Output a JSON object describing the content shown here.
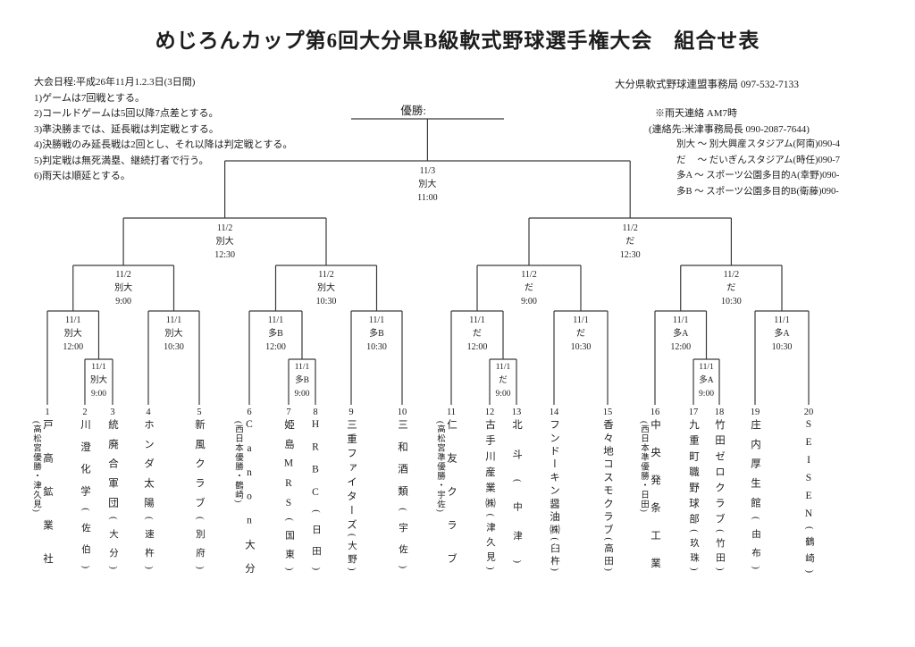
{
  "title": "めじろんカップ第6回大分県B級軟式野球選手権大会　組合せ表",
  "champion_label": "優勝:",
  "rules": {
    "schedule": "大会日程:平成26年11月1.2.3日(3日間)",
    "items": [
      "1)ゲームは7回戦とする。",
      "2)コールドゲームは5回以降7点差とする。",
      "3)準決勝までは、延長戦は判定戦とする。",
      "4)決勝戦のみ延長戦は2回とし、それ以降は判定戦とする。",
      "5)判定戦は無死満塁、継続打者で行う。",
      "6)雨天は順延とする。"
    ]
  },
  "contacts": {
    "office": "大分県軟式野球連盟事務局  097-532-7133",
    "rain": "※雨天連絡  AM7時",
    "rain_contact": "(連絡先:米津事務局長  090-2087-7644)",
    "venues": [
      "別大 〜 別大興産スタジアム(阿南)090-4",
      "だ　 〜 だいぎんスタジアム(時任)090-7",
      "多A 〜 スポーツ公園多目的A(幸野)090-",
      "多B 〜 スポーツ公園多目的B(衛藤)090-"
    ]
  },
  "matches": {
    "final": {
      "date": "11/3",
      "venue": "別大",
      "time": "11:00"
    },
    "semifinals": [
      {
        "date": "11/2",
        "venue": "別大",
        "time": "12:30"
      },
      {
        "date": "11/2",
        "venue": "だ",
        "time": "12:30"
      }
    ],
    "quarterfinals": [
      {
        "date": "11/2",
        "venue": "別大",
        "time": "9:00"
      },
      {
        "date": "11/2",
        "venue": "別大",
        "time": "10:30"
      },
      {
        "date": "11/2",
        "venue": "だ",
        "time": "9:00"
      },
      {
        "date": "11/2",
        "venue": "だ",
        "time": "10:30"
      }
    ],
    "round1": [
      {
        "date": "11/1",
        "venue": "別大",
        "time": "12:00"
      },
      {
        "date": "11/1",
        "venue": "別大",
        "time": "10:30"
      },
      {
        "date": "11/1",
        "venue": "多B",
        "time": "12:00"
      },
      {
        "date": "11/1",
        "venue": "多B",
        "time": "10:30"
      },
      {
        "date": "11/1",
        "venue": "だ",
        "time": "12:00"
      },
      {
        "date": "11/1",
        "venue": "だ",
        "time": "10:30"
      },
      {
        "date": "11/1",
        "venue": "多A",
        "time": "12:00"
      },
      {
        "date": "11/1",
        "venue": "多A",
        "time": "10:30"
      }
    ],
    "preliminary": [
      {
        "date": "11/1",
        "venue": "別大",
        "time": "9:00"
      },
      {
        "date": "11/1",
        "venue": "多B",
        "time": "9:00"
      },
      {
        "date": "11/1",
        "venue": "だ",
        "time": "9:00"
      },
      {
        "date": "11/1",
        "venue": "多A",
        "time": "9:00"
      }
    ]
  },
  "teams": [
    {
      "num": "1",
      "name": "戸高鉱業社",
      "note": "(高松宮優勝・津久見)",
      "wide": true
    },
    {
      "num": "2",
      "name": "川澄化学",
      "note": "(佐伯)"
    },
    {
      "num": "3",
      "name": "統廃合軍団",
      "note": "(大分)"
    },
    {
      "num": "4",
      "name": "ホンダ太陽",
      "note": "(速杵)"
    },
    {
      "num": "5",
      "name": "新風クラブ",
      "note": "(別府)"
    },
    {
      "num": "6",
      "name": "Canon大分",
      "note": "(西日本優勝・鶴崎)",
      "wide": true
    },
    {
      "num": "7",
      "name": "姫島MRS",
      "note": "(国東)"
    },
    {
      "num": "8",
      "name": "HRBC",
      "note": "(日田)"
    },
    {
      "num": "9",
      "name": "三重ファイターズ",
      "note": "(大野)"
    },
    {
      "num": "10",
      "name": "三和酒類",
      "note": "(宇佐)"
    },
    {
      "num": "11",
      "name": "仁友クラブ",
      "note": "(高松宮準優勝・宇佐)",
      "wide": true
    },
    {
      "num": "12",
      "name": "古手川産業㈱",
      "note": "(津久見)"
    },
    {
      "num": "13",
      "name": "北斗",
      "note": "(中津)"
    },
    {
      "num": "14",
      "name": "フンドーキン醤油㈱",
      "note": "(臼杵)"
    },
    {
      "num": "15",
      "name": "香々地コスモクラブ",
      "note": "(高田)"
    },
    {
      "num": "16",
      "name": "中央発条工業",
      "note": "(西日本準優勝・日田)",
      "wide": true
    },
    {
      "num": "17",
      "name": "九重町職野球部",
      "note": "(玖珠)"
    },
    {
      "num": "18",
      "name": "竹田ゼロクラブ",
      "note": "(竹田)"
    },
    {
      "num": "19",
      "name": "庄内厚生館",
      "note": "(由布)"
    },
    {
      "num": "20",
      "name": "SEISEN",
      "note": "(鶴崎)"
    }
  ]
}
